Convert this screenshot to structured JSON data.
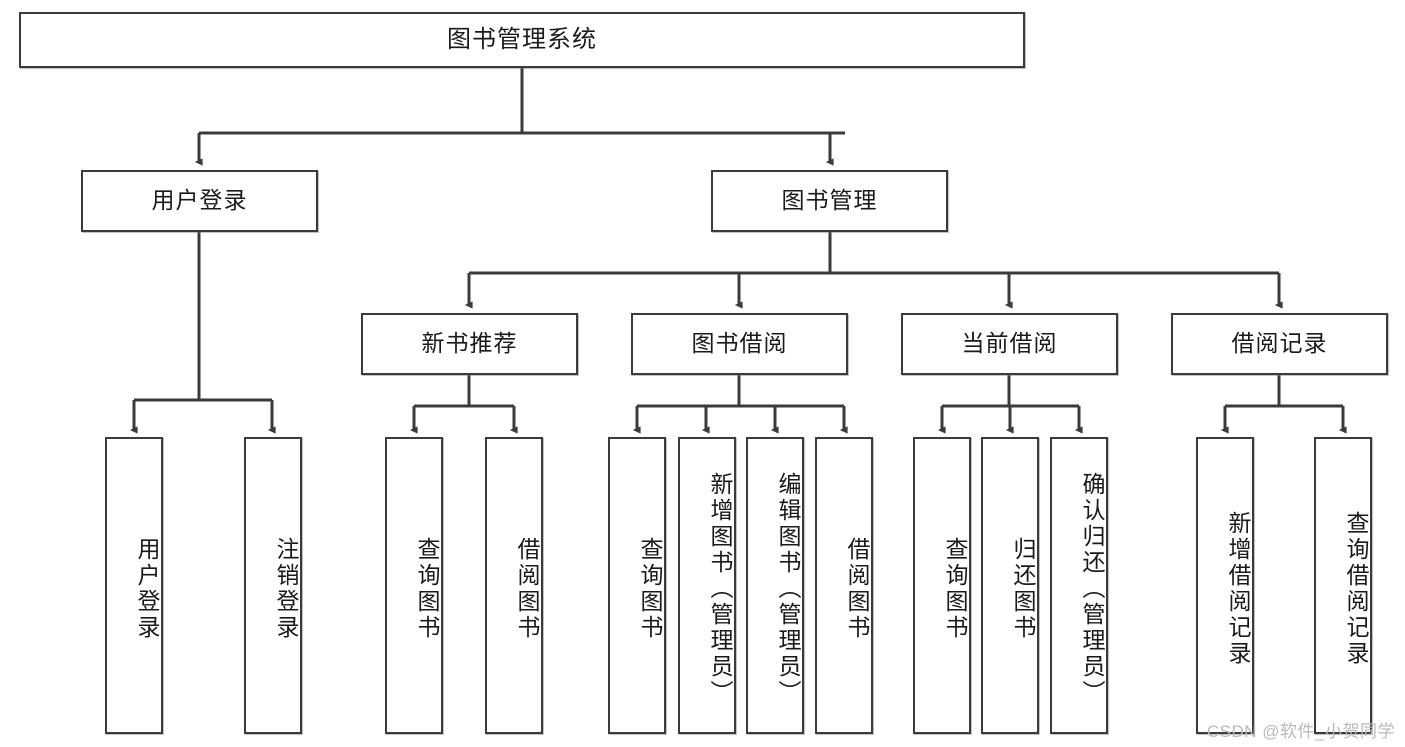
{
  "diagram": {
    "type": "tree-hierarchy",
    "title": "图书管理系统",
    "watermark": "CSDN @软件_小贺同学",
    "stroke_color": "#3b3b3b",
    "fill_color": "#ffffff",
    "text_color": "#1a1a1a",
    "watermark_color": "#b9b9b9",
    "levels": [
      {
        "level": 1,
        "nodes": [
          {
            "id": "root",
            "label": "图书管理系统"
          }
        ]
      },
      {
        "level": 2,
        "nodes": [
          {
            "id": "login",
            "label": "用户登录",
            "parent": "root"
          },
          {
            "id": "bookmgmt",
            "label": "图书管理",
            "parent": "root"
          }
        ]
      },
      {
        "level": 3,
        "nodes": [
          {
            "id": "newbook",
            "label": "新书推荐",
            "parent": "bookmgmt"
          },
          {
            "id": "borrow",
            "label": "图书借阅",
            "parent": "bookmgmt"
          },
          {
            "id": "current",
            "label": "当前借阅",
            "parent": "bookmgmt"
          },
          {
            "id": "records",
            "label": "借阅记录",
            "parent": "bookmgmt"
          }
        ]
      },
      {
        "level": 4,
        "nodes": [
          {
            "id": "leaf1",
            "label": "用户登录",
            "parent": "login"
          },
          {
            "id": "leaf2",
            "label": "注销登录",
            "parent": "login"
          },
          {
            "id": "leaf3",
            "label": "查询图书",
            "parent": "newbook"
          },
          {
            "id": "leaf4",
            "label": "借阅图书",
            "parent": "newbook"
          },
          {
            "id": "leaf5",
            "label": "查询图书",
            "parent": "borrow"
          },
          {
            "id": "leaf6",
            "label": "新增图书（管理员）",
            "parent": "borrow"
          },
          {
            "id": "leaf7",
            "label": "编辑图书（管理员）",
            "parent": "borrow"
          },
          {
            "id": "leaf8",
            "label": "借阅图书",
            "parent": "borrow"
          },
          {
            "id": "leaf9",
            "label": "查询图书",
            "parent": "current"
          },
          {
            "id": "leaf10",
            "label": "归还图书",
            "parent": "current"
          },
          {
            "id": "leaf11",
            "label": "确认归还（管理员）",
            "parent": "current"
          },
          {
            "id": "leaf12",
            "label": "新增借阅记录",
            "parent": "records"
          },
          {
            "id": "leaf13",
            "label": "查询借阅记录",
            "parent": "records"
          }
        ]
      }
    ]
  }
}
